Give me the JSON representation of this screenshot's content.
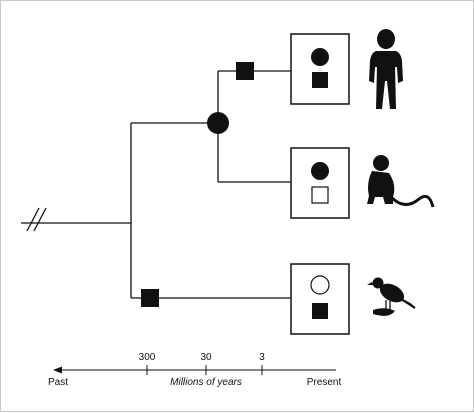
{
  "axis": {
    "left_label": "Past",
    "right_label": "Present",
    "title": "Millions of years",
    "ticks": [
      "300",
      "30",
      "3"
    ]
  },
  "taxa": [
    {
      "name": "human-silhouette-icon",
      "marker_top": "filled-circle",
      "marker_bottom": "filled-square"
    },
    {
      "name": "monkey-silhouette-icon",
      "marker_top": "filled-circle",
      "marker_bottom": "open-square"
    },
    {
      "name": "bird-silhouette-icon",
      "marker_top": "open-circle",
      "marker_bottom": "filled-square"
    }
  ],
  "node_markers": [
    "filled-circle",
    "filled-square",
    "filled-square"
  ],
  "colors": {
    "ink": "#111111",
    "frame": "#c8c8c8",
    "background": "#ffffff"
  }
}
